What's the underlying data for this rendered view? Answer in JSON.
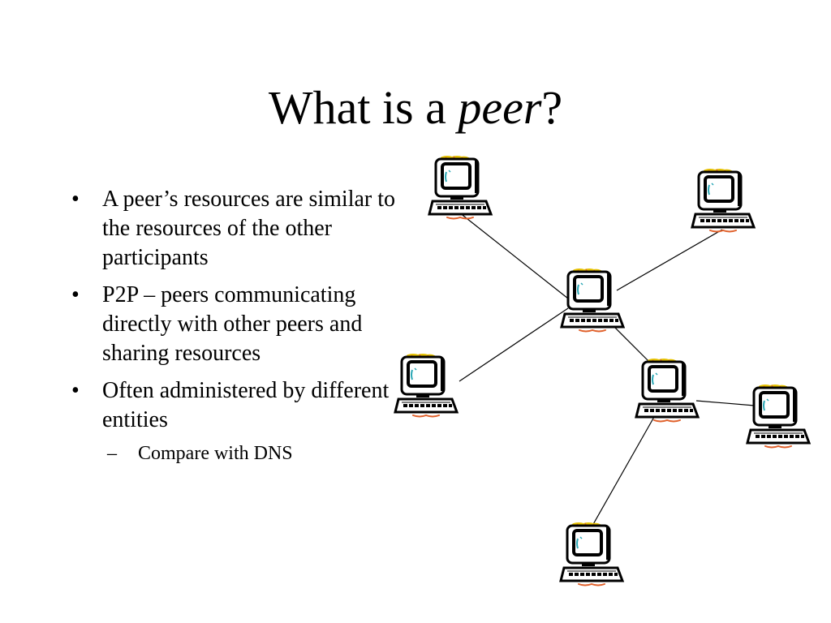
{
  "slide": {
    "title_prefix": "What is a ",
    "title_emphasis": "peer",
    "title_suffix": "?",
    "bullets": [
      {
        "text": "A peer’s resources are similar to the resources of the other participants"
      },
      {
        "text": "P2P – peers communicating directly with other peers and sharing resources"
      },
      {
        "text": "Often administered by different entities",
        "subitems": [
          "Compare with DNS"
        ]
      }
    ]
  },
  "diagram": {
    "node_icon": "computer-icon",
    "nodes": [
      "peer-1",
      "peer-2",
      "peer-3",
      "peer-4",
      "peer-5",
      "peer-6",
      "peer-7"
    ],
    "links": [
      [
        "peer-1",
        "peer-3"
      ],
      [
        "peer-2",
        "peer-3"
      ],
      [
        "peer-4",
        "peer-3"
      ],
      [
        "peer-3",
        "peer-5"
      ],
      [
        "peer-5",
        "peer-6"
      ],
      [
        "peer-5",
        "peer-7"
      ]
    ],
    "colors": {
      "line": "#000000",
      "screen_accent": "#2aa7b5",
      "label_yellow": "#e6c200",
      "label_orange": "#e0602a"
    }
  }
}
